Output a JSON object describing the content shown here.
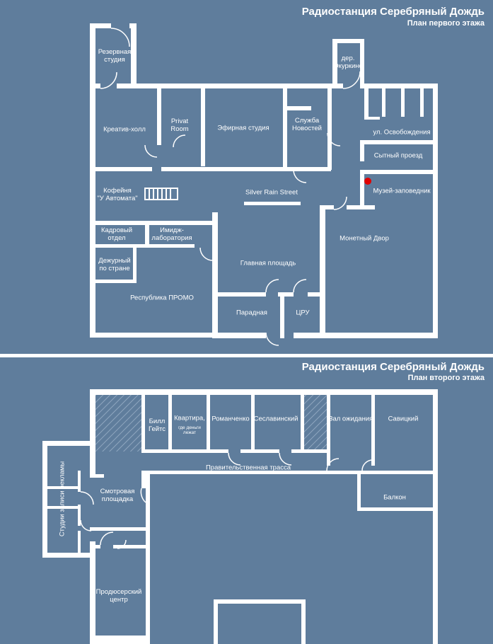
{
  "floor1": {
    "title": "Радиостанция Серебряный Дождь",
    "subtitle": "План первого этажа",
    "rooms": {
      "reserve": "Резервная\nстудия",
      "okurkino": "дер.\nОкуркино",
      "creative": "Креатив-холл",
      "privat": "Privat\nRoom",
      "onair": "Эфирная студия",
      "news": "Служба\nНовостей",
      "osvobozhd": "ул. Освобождения",
      "sytny": "Сытный проезд",
      "museum": "Музей-заповедник",
      "cafe": "Кофейня\n\"У Автомата\"",
      "silver": "Silver Rain Street",
      "kadr": "Кадровый\nотдел",
      "imidzh": "Имидж-\nлаборатория",
      "dezhur": "Дежурный\nпо стране",
      "monetny": "Монетный Двор",
      "main_sq": "Главная площадь",
      "promo": "Республика ПРОМО",
      "paradnaya": "Парадная",
      "cru": "ЦРУ"
    }
  },
  "floor2": {
    "title": "Радиостанция Серебряный Дождь",
    "subtitle": "План второго этажа",
    "rooms": {
      "bill": "Билл\nГейтс",
      "kvartira_main": "Квартира,",
      "kvartira_sub": "где деньги\nлежат",
      "romanchenko": "Романченко",
      "seslavinsky": "Сеславинский",
      "zal": "Зал ожидания",
      "savitsky": "Савицкий",
      "trassa": "Правительственная трасса",
      "ads_studio": "Студии записи рекламы",
      "smotrovaya": "Смотровая\nплощадка",
      "balkon": "Балкон",
      "producer": "Продюсерский\nцентр"
    }
  }
}
